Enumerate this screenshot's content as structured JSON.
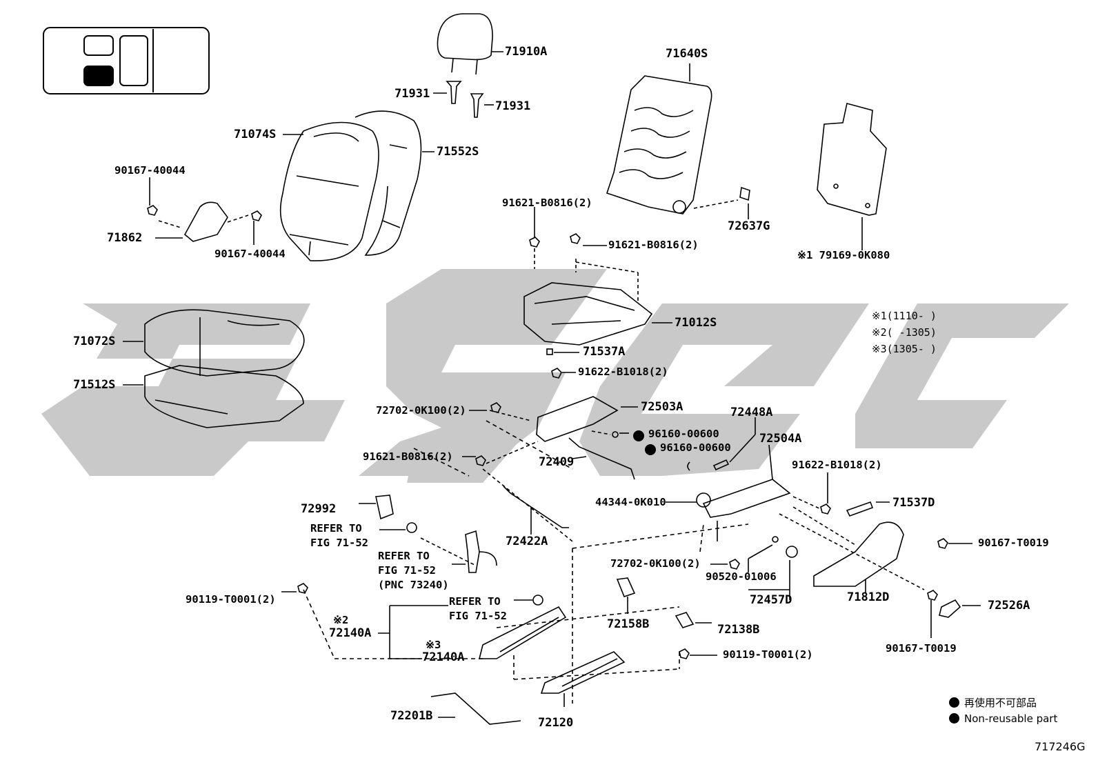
{
  "parts": {
    "p71910A": "71910A",
    "p71931a": "71931",
    "p71931b": "71931",
    "p71640S": "71640S",
    "p71074S": "71074S",
    "p71552S": "71552S",
    "p90167_40044_top": "90167-40044",
    "p90167_40044_bot": "90167-40044",
    "p71862": "71862",
    "p91621_B0816_a": "91621-B0816(2)",
    "p91621_B0816_b": "91621-B0816(2)",
    "p72637G": "72637G",
    "p79169": "79169-0K080",
    "p71072S": "71072S",
    "p71512S": "71512S",
    "p71012S": "71012S",
    "p71537A": "71537A",
    "p91622_B1018_a": "91622-B1018(2)",
    "p72702_0K100_a": "72702-0K100(2)",
    "p72503A": "72503A",
    "p96160_a": "96160-00600",
    "p96160_b": "96160-00600",
    "p72448A": "72448A",
    "p72504A": "72504A",
    "p91621_B0816_c": "91621-B0816(2)",
    "p72409": "72409",
    "p91622_B1018_b": "91622-B1018(2)",
    "p44344": "44344-0K010",
    "p71537D": "71537D",
    "p72992": "72992",
    "p72422A": "72422A",
    "p90167_T0019_a": "90167-T0019",
    "p72702_0K100_b": "72702-0K100(2)",
    "p90520": "90520-01006",
    "p72457D": "72457D",
    "p71812D": "71812D",
    "p72526A": "72526A",
    "p90167_T0019_b": "90167-T0019",
    "p90119_a": "90119-T0001(2)",
    "p72140A_a": "72140A",
    "p72140A_b": "72140A",
    "p72158B": "72158B",
    "p72138B": "72138B",
    "p90119_b": "90119-T0001(2)",
    "p72201B": "72201B",
    "p72120": "72120"
  },
  "refer": {
    "r1_line1": "REFER TO",
    "r1_line2": "FIG 71-52",
    "r2_line1": "REFER TO",
    "r2_line2": "FIG 71-52",
    "r2_line3": "(PNC 73240)",
    "r3_line1": "REFER TO",
    "r3_line2": "FIG 71-52"
  },
  "marks": {
    "m1": "※1",
    "m2": "※2",
    "m3": "※3"
  },
  "notes": {
    "n1": "※1(1110-    )",
    "n2": "※2(    -1305)",
    "n3": "※3(1305-    )"
  },
  "legend": {
    "jp": "再使用不可部品",
    "en": "Non-reusable part"
  },
  "figure_id": "717246G",
  "colors": {
    "watermark": "#c9c9c9",
    "ink": "#000000"
  }
}
